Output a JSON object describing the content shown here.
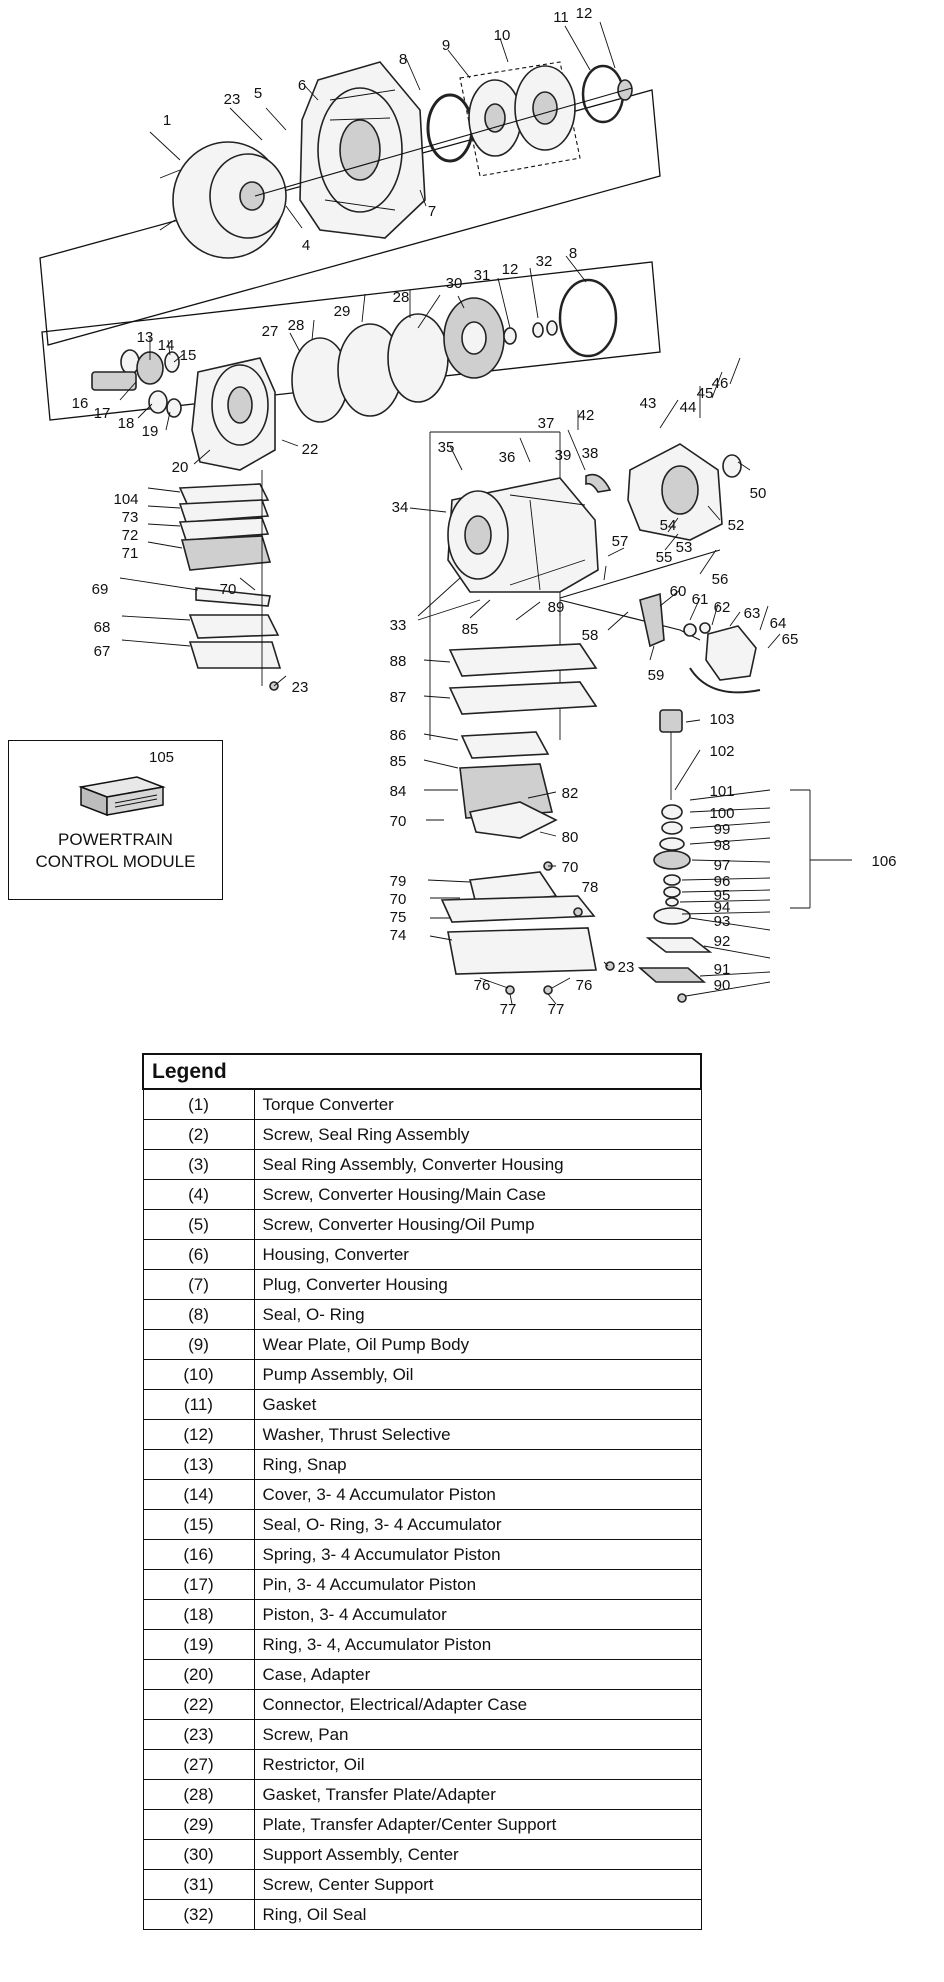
{
  "callouts": {
    "c1": "1",
    "c23a": "23",
    "c5": "5",
    "c6": "6",
    "c8a": "8",
    "c9": "9",
    "c10": "10",
    "c11": "11",
    "c12a": "12",
    "c4": "4",
    "c7": "7",
    "c31": "31",
    "c12b": "12",
    "c32": "32",
    "c8b": "8",
    "c30": "30",
    "c28a": "28",
    "c29": "29",
    "c28b": "28",
    "c27": "27",
    "c13": "13",
    "c14": "14",
    "c15": "15",
    "c16": "16",
    "c17": "17",
    "c18": "18",
    "c19": "19",
    "c20": "20",
    "c22": "22",
    "c46": "46",
    "c45": "45",
    "c44": "44",
    "c43": "43",
    "c42": "42",
    "c37": "37",
    "c35": "35",
    "c36": "36",
    "c39": "39",
    "c38": "38",
    "c50": "50",
    "c34": "34",
    "c52": "52",
    "c54": "54",
    "c53": "53",
    "c55": "55",
    "c57": "57",
    "c56": "56",
    "c104": "104",
    "c73": "73",
    "c72": "72",
    "c71": "71",
    "c69": "69",
    "c70a": "70",
    "c68": "68",
    "c67": "67",
    "c23b": "23",
    "c33": "33",
    "c85a": "85",
    "c89": "89",
    "c60": "60",
    "c61": "61",
    "c62": "62",
    "c63": "63",
    "c64": "64",
    "c65": "65",
    "c58": "58",
    "c59": "59",
    "c88": "88",
    "c87": "87",
    "c86": "86",
    "c85b": "85",
    "c84": "84",
    "c82": "82",
    "c70b": "70",
    "c80": "80",
    "c70c": "70",
    "c79": "79",
    "c70d": "70",
    "c78": "78",
    "c75": "75",
    "c74": "74",
    "c23c": "23",
    "c76a": "76",
    "c76b": "76",
    "c77a": "77",
    "c77b": "77",
    "c103": "103",
    "c102": "102",
    "c101": "101",
    "c100": "100",
    "c99": "99",
    "c98": "98",
    "c97": "97",
    "c106": "106",
    "c96": "96",
    "c95": "95",
    "c94": "94",
    "c93": "93",
    "c92": "92",
    "c91": "91",
    "c90": "90"
  },
  "pcm": {
    "number": "105",
    "label": "POWERTRAIN\nCONTROL MODULE"
  },
  "legend": {
    "title": "Legend",
    "rows": [
      {
        "num": "(1)",
        "desc": "Torque Converter"
      },
      {
        "num": "(2)",
        "desc": "Screw, Seal Ring Assembly"
      },
      {
        "num": "(3)",
        "desc": "Seal Ring Assembly, Converter Housing"
      },
      {
        "num": "(4)",
        "desc": "Screw, Converter Housing/Main Case"
      },
      {
        "num": "(5)",
        "desc": "Screw, Converter Housing/Oil Pump"
      },
      {
        "num": "(6)",
        "desc": "Housing, Converter"
      },
      {
        "num": "(7)",
        "desc": "Plug, Converter Housing"
      },
      {
        "num": "(8)",
        "desc": "Seal, O- Ring"
      },
      {
        "num": "(9)",
        "desc": "Wear Plate, Oil Pump Body"
      },
      {
        "num": "(10)",
        "desc": "Pump Assembly, Oil"
      },
      {
        "num": "(11)",
        "desc": "Gasket"
      },
      {
        "num": "(12)",
        "desc": "Washer, Thrust Selective"
      },
      {
        "num": "(13)",
        "desc": "Ring, Snap"
      },
      {
        "num": "(14)",
        "desc": "Cover, 3- 4 Accumulator Piston"
      },
      {
        "num": "(15)",
        "desc": "Seal, O- Ring, 3- 4 Accumulator"
      },
      {
        "num": "(16)",
        "desc": "Spring, 3- 4 Accumulator Piston"
      },
      {
        "num": "(17)",
        "desc": "Pin, 3- 4 Accumulator Piston"
      },
      {
        "num": "(18)",
        "desc": "Piston, 3- 4 Accumulator"
      },
      {
        "num": "(19)",
        "desc": "Ring, 3- 4, Accumulator Piston"
      },
      {
        "num": "(20)",
        "desc": "Case, Adapter"
      },
      {
        "num": "(22)",
        "desc": "Connector, Electrical/Adapter Case"
      },
      {
        "num": "(23)",
        "desc": "Screw, Pan"
      },
      {
        "num": "(27)",
        "desc": "Restrictor, Oil"
      },
      {
        "num": "(28)",
        "desc": "Gasket, Transfer Plate/Adapter"
      },
      {
        "num": "(29)",
        "desc": "Plate, Transfer Adapter/Center Support"
      },
      {
        "num": "(30)",
        "desc": "Support Assembly, Center"
      },
      {
        "num": "(31)",
        "desc": "Screw, Center Support"
      },
      {
        "num": "(32)",
        "desc": "Ring, Oil Seal"
      }
    ]
  }
}
